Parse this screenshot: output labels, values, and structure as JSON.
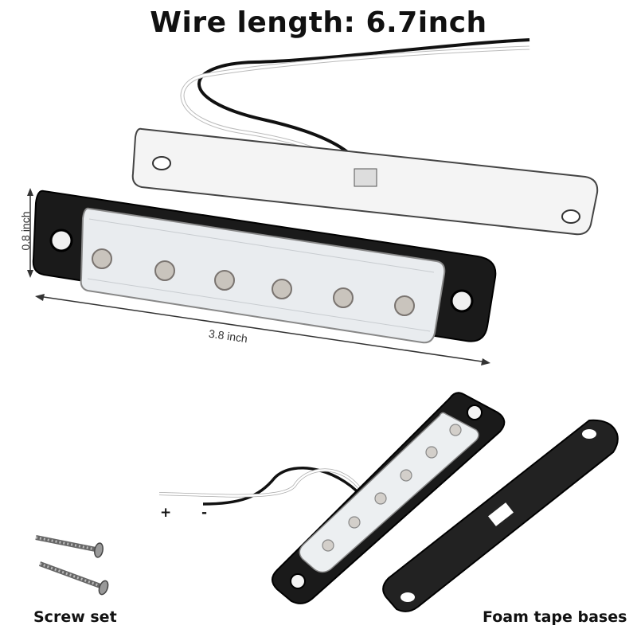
{
  "title": "Wire length: 6.7inch",
  "dimensions": {
    "height": "0.8 inch",
    "length": "3.8 inch"
  },
  "wire_polarity": {
    "positive": "+",
    "negative": "-"
  },
  "captions": {
    "screws": "Screw set",
    "foam": "Foam tape bases"
  },
  "colors": {
    "housing": "#1a1a1a",
    "lens": "#e9ecef",
    "led": "#c9c4bd",
    "plate": "#f4f4f4",
    "foam": "#222222"
  },
  "led_count": 6
}
